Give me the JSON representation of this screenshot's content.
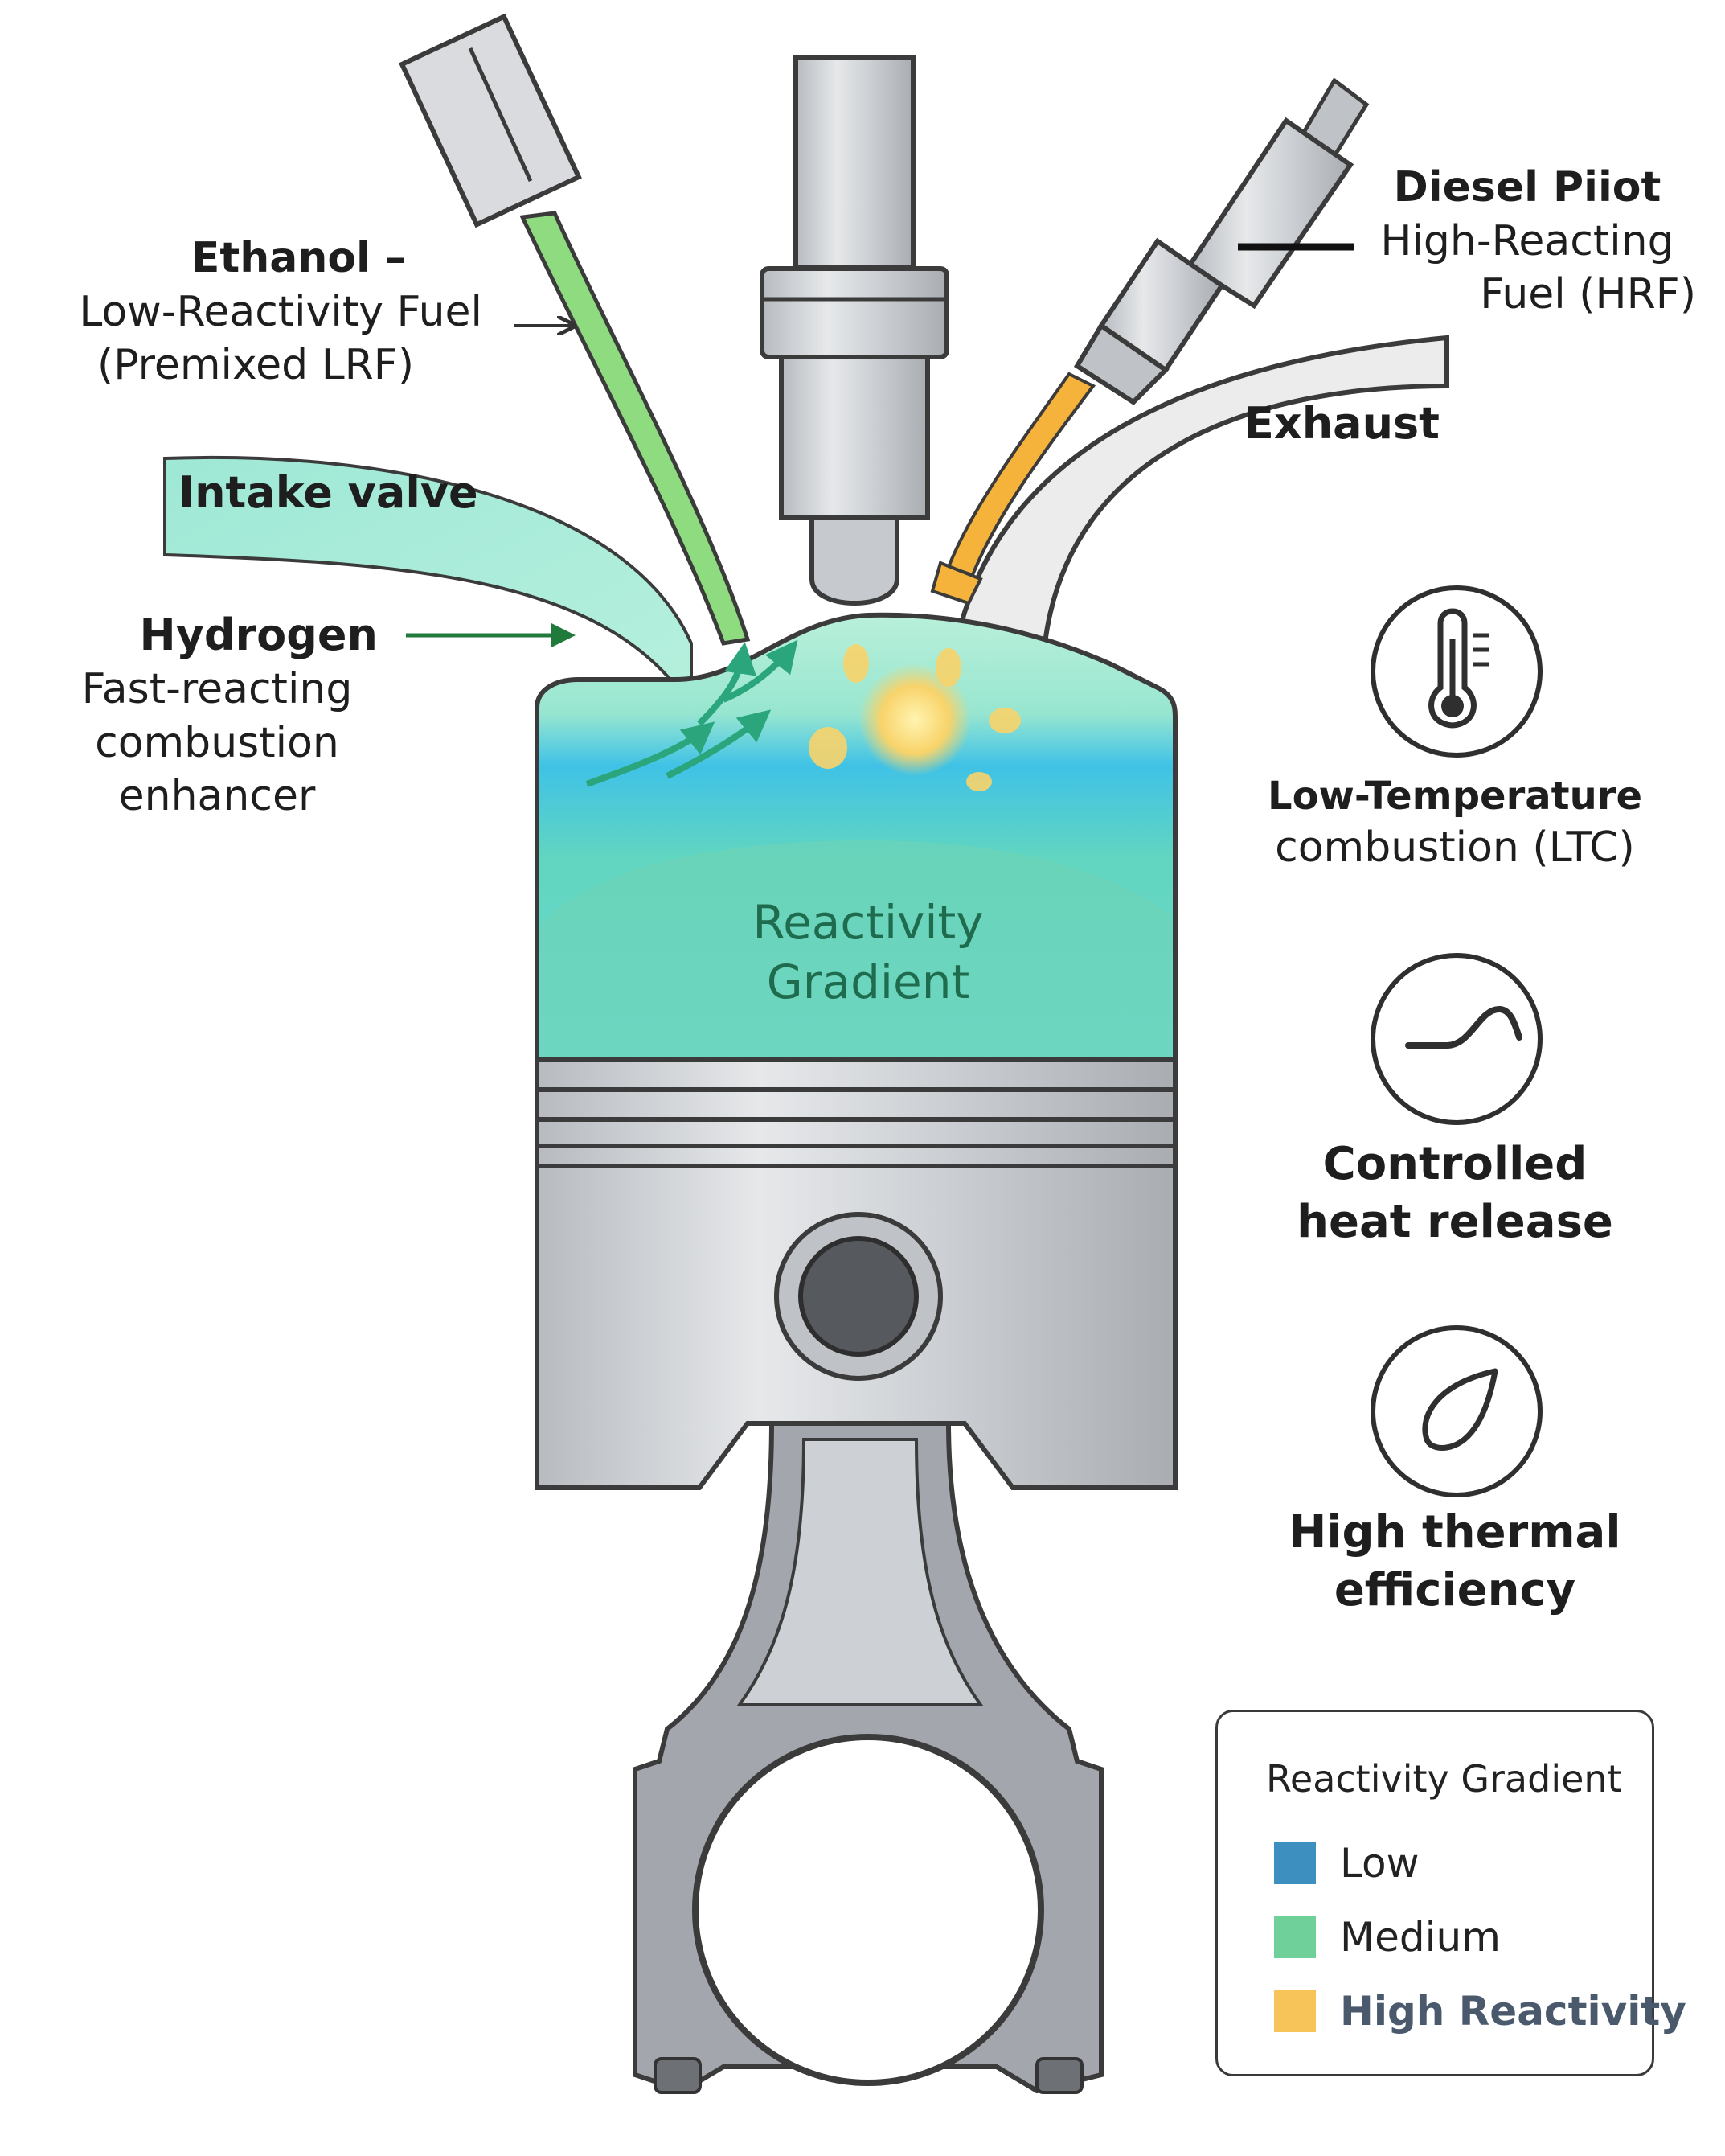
{
  "labels": {
    "ethanol": {
      "title": "Ethanol –",
      "line1": "Low-Reactivity Fuel",
      "line2": "(Premixed LRF)"
    },
    "diesel": {
      "title": "Diesel Piiot",
      "line1": "High-Reacting",
      "line2": "Fuel (HRF)"
    },
    "exhaust": "Exhaust",
    "intake": "Intake valve",
    "hydrogen": {
      "title": "Hydrogen",
      "line1": "Fast-reacting",
      "line2": "combustion",
      "line3": "enhancer"
    },
    "gradient": {
      "line1": "Reactivity",
      "line2": "Gradient"
    }
  },
  "features": [
    {
      "icon": "thermometer-icon",
      "line1": "Low-Temperature",
      "line2": "combustion (LTC)"
    },
    {
      "icon": "heat-release-curve-icon",
      "line1": "Controlled",
      "line2": "heat release"
    },
    {
      "icon": "flame-drop-icon",
      "line1": "High thermal",
      "line2": "efficiency"
    }
  ],
  "legend": {
    "title": "Reactivity Gradient",
    "items": [
      {
        "label": "Low",
        "color": "#3d8fc0"
      },
      {
        "label": "Medium",
        "color": "#6fd09a"
      },
      {
        "label": "High Reactivity",
        "color": "#f7c45a"
      }
    ]
  },
  "colors": {
    "ethanol_fuel": "#8fdc80",
    "diesel_fuel": "#f5b33b",
    "hydrogen_arrow": "#1f7a3c",
    "charge_top": "#a6ecd2",
    "charge_mid": "#3fc4e3",
    "charge_bottom": "#72dbb8",
    "metal": "#c9ccd0",
    "outline": "#3b3b3b"
  }
}
